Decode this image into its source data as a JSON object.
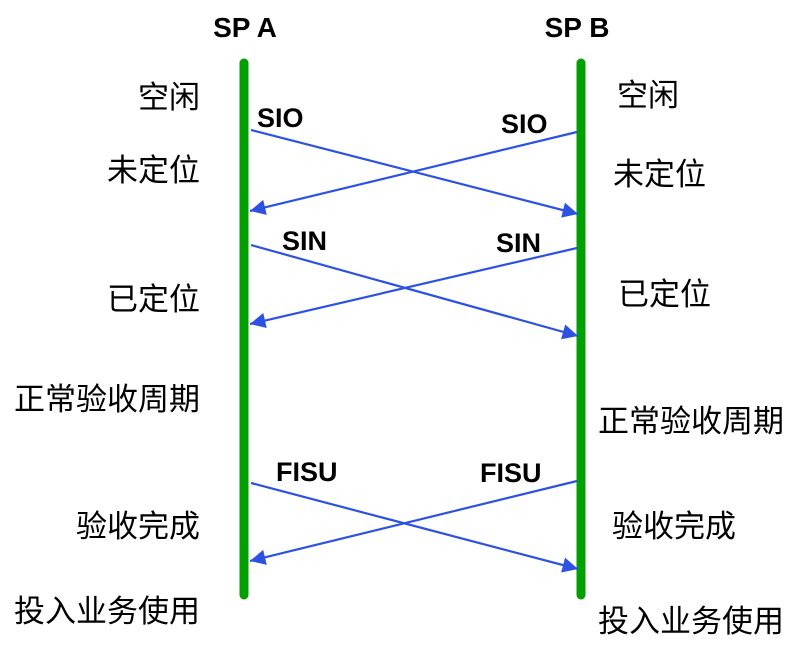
{
  "diagram": {
    "description_labels": {
      "endpoint_a": "SP A",
      "endpoint_b": "SP B"
    },
    "states_left": [
      "空闲",
      "未定位",
      "已定位",
      "正常验收周期",
      "验收完成",
      "投入业务使用"
    ],
    "states_right": [
      "空闲",
      "未定位",
      "已定位",
      "正常验收周期",
      "验收完成",
      "投入业务使用"
    ],
    "message_labels": {
      "left": [
        "SIO",
        "SIN",
        "FISU"
      ],
      "right": [
        "SIO",
        "SIN",
        "FISU"
      ]
    },
    "colors": {
      "lifeline_green": "#00A000",
      "arrow_blue": "#2D52E2",
      "text_black": "#000000",
      "background": "#FFFFFF"
    }
  }
}
